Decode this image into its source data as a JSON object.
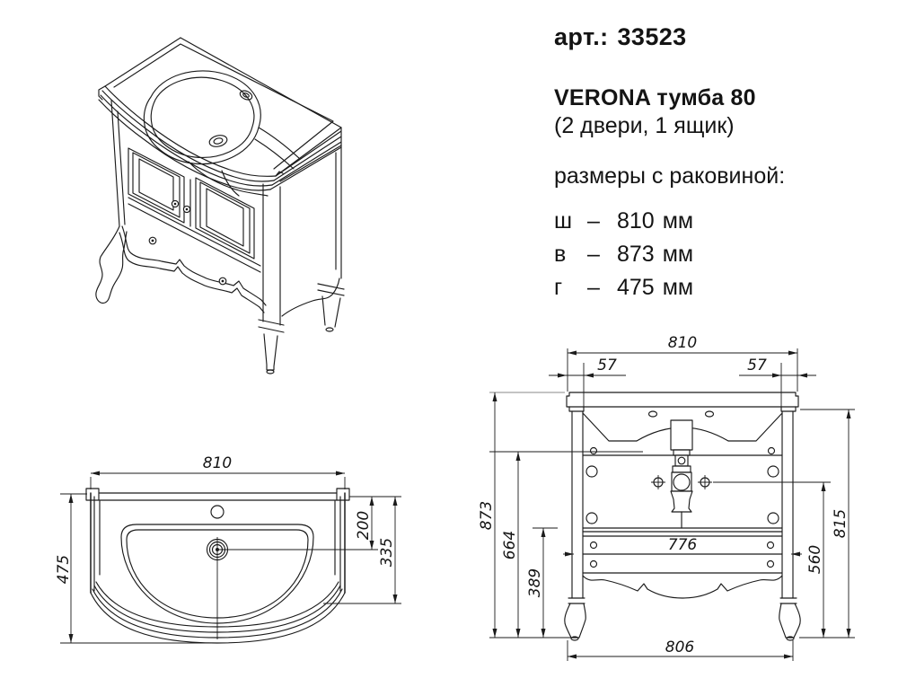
{
  "colors": {
    "line": "#1b1b1b",
    "text": "#141414",
    "background": "#ffffff"
  },
  "info": {
    "article_label": "арт.:",
    "article_number": "33523",
    "product_name": "VERONA тумба 80",
    "product_config": "(2 двери, 1 ящик)",
    "sizes_heading": "размеры с раковиной:",
    "size_rows": [
      {
        "key": "ш",
        "dash": "–",
        "value": "810",
        "unit": "мм"
      },
      {
        "key": "в",
        "dash": "–",
        "value": "873",
        "unit": "мм"
      },
      {
        "key": "г",
        "dash": "–",
        "value": "475",
        "unit": "мм"
      }
    ]
  },
  "plan_view": {
    "width": "810",
    "depth": "475",
    "drain_from_back": "200",
    "basin_extent": "335"
  },
  "front_view": {
    "width": "810",
    "offset_left": "57",
    "offset_right": "57",
    "height_overall": "873",
    "height_mid": "664",
    "height_lower": "389",
    "width_inner": "776",
    "height_drain": "560",
    "height_body": "815",
    "width_feet": "806"
  }
}
